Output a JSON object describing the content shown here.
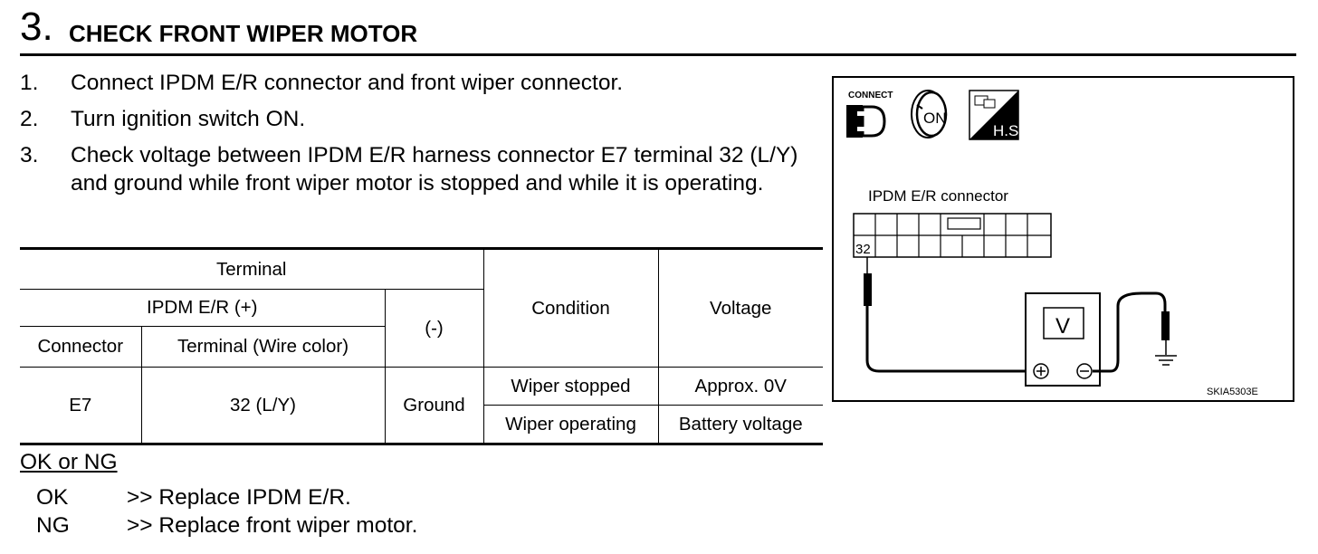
{
  "header": {
    "step_number": "3.",
    "title": "CHECK FRONT WIPER MOTOR"
  },
  "steps": [
    {
      "index": "1.",
      "text": "Connect IPDM E/R connector and front wiper connector."
    },
    {
      "index": "2.",
      "text": "Turn ignition switch ON."
    },
    {
      "index": "3.",
      "text": "Check voltage between IPDM E/R harness connector E7 terminal 32 (L/Y) and ground while front wiper motor is stopped and while it is operating."
    }
  ],
  "table": {
    "terminal_header": "Terminal",
    "positive_header": "IPDM E/R (+)",
    "negative_header": "(-)",
    "condition_header": "Condition",
    "voltage_header": "Voltage",
    "connector_header": "Connector",
    "terminal_wire_header": "Terminal (Wire color)",
    "row": {
      "connector": "E7",
      "terminal": "32 (L/Y)",
      "negative": "Ground",
      "conditions": [
        {
          "condition": "Wiper stopped",
          "voltage": "Approx. 0V"
        },
        {
          "condition": "Wiper operating",
          "voltage": "Battery voltage"
        }
      ]
    }
  },
  "results": {
    "heading": "OK or NG",
    "ok": {
      "label": "OK",
      "action": ">> Replace IPDM E/R."
    },
    "ng": {
      "label": "NG",
      "action": ">> Replace front wiper motor."
    }
  },
  "diagram": {
    "connect_label": "CONNECT",
    "ignition_label": "ON",
    "hs_label": "H.S.",
    "connector_label": "IPDM E/R connector",
    "terminal_label": "32",
    "meter_label": "V",
    "figure_code": "SKIA5303E",
    "icons": [
      "connector-connect-icon",
      "ignition-on-icon",
      "harness-side-icon",
      "ground-icon"
    ]
  }
}
